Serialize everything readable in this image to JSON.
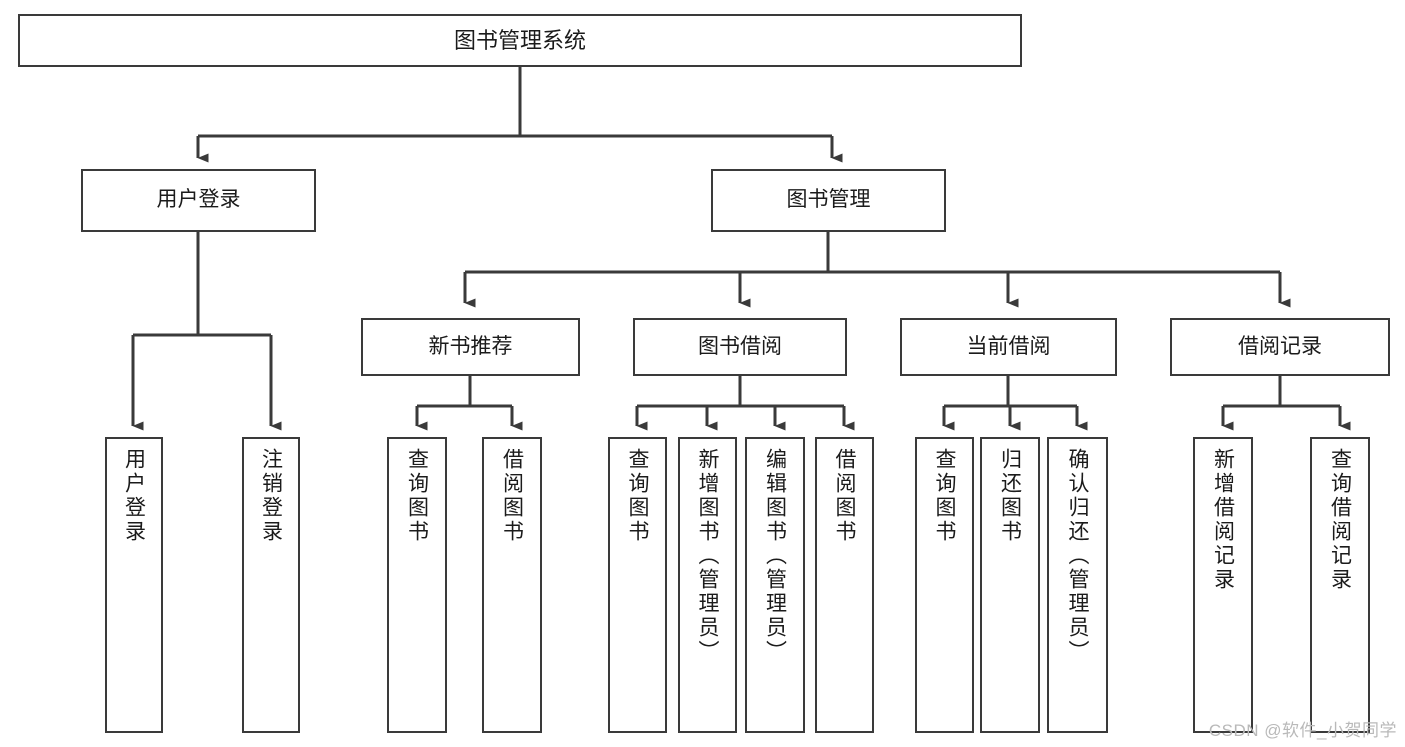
{
  "diagram": {
    "title": "图书管理系统",
    "type": "tree-hierarchy",
    "watermark": "CSDN @软件_小贺同学",
    "colors": {
      "box_border": "#3a3a3a",
      "box_fill": "#ffffff",
      "connector": "#3a3a3a",
      "text": "#1b1b1b",
      "watermark": "#b9b9b9"
    }
  },
  "nodes": {
    "root": {
      "label": "图书管理系统"
    },
    "level2": [
      {
        "label": "用户登录"
      },
      {
        "label": "图书管理"
      }
    ],
    "level3": [
      {
        "label": "新书推荐"
      },
      {
        "label": "图书借阅"
      },
      {
        "label": "当前借阅"
      },
      {
        "label": "借阅记录"
      }
    ],
    "leaves_user_login": [
      {
        "label": "用户登录"
      },
      {
        "label": "注销登录"
      }
    ],
    "leaves_new_book": [
      {
        "label": "查询图书"
      },
      {
        "label": "借阅图书"
      }
    ],
    "leaves_borrow": [
      {
        "label": "查询图书"
      },
      {
        "label": "新增图书（管理员）"
      },
      {
        "label": "编辑图书（管理员）"
      },
      {
        "label": "借阅图书"
      }
    ],
    "leaves_current": [
      {
        "label": "查询图书"
      },
      {
        "label": "归还图书"
      },
      {
        "label": "确认归还（管理员）"
      }
    ],
    "leaves_records": [
      {
        "label": "新增借阅记录"
      },
      {
        "label": "查询借阅记录"
      }
    ]
  }
}
